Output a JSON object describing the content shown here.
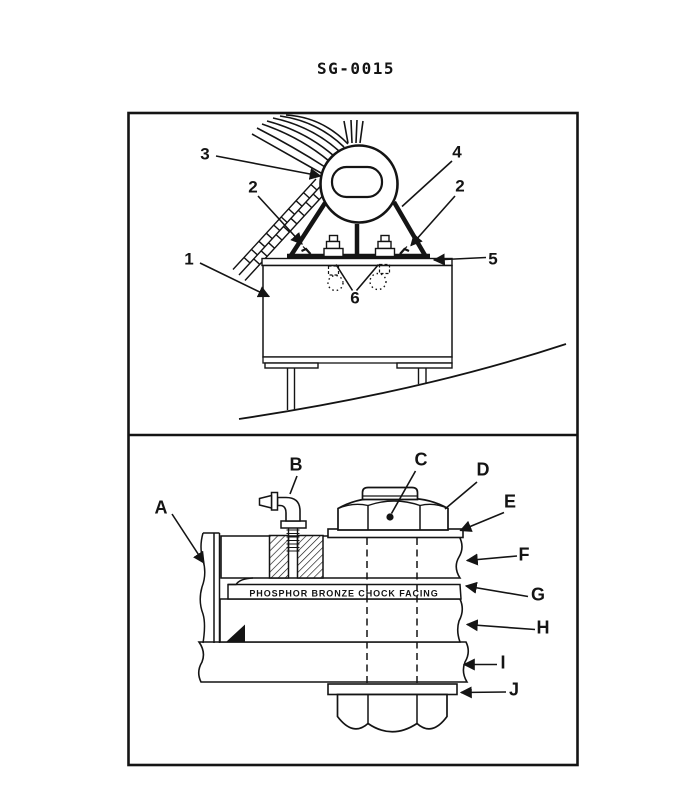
{
  "title": "SG-0015",
  "colors": {
    "ink": "#141414",
    "paper": "#ffffff"
  },
  "top_view": {
    "callouts": {
      "c1": "1",
      "c2_left": "2",
      "c2_right": "2",
      "c3": "3",
      "c4": "4",
      "c5": "5",
      "c6": "6"
    }
  },
  "section_view": {
    "callouts": {
      "a": "A",
      "b": "B",
      "c": "C",
      "d": "D",
      "e": "E",
      "f": "F",
      "g": "G",
      "h": "H",
      "i": "I",
      "j": "J"
    },
    "facing_label": "PHOSPHOR BRONZE CHOCK FACING"
  }
}
